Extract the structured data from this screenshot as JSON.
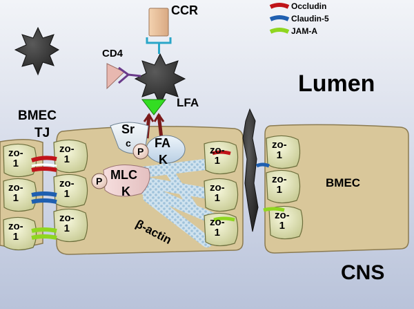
{
  "labels": {
    "ccr": "CCR",
    "cd4": "CD4",
    "lfa": "LFA",
    "lumen": "Lumen",
    "bmec_tj_line1": "BMEC",
    "bmec_tj_line2": "TJ",
    "src_line1": "Sr",
    "src_line2": "c",
    "fak_line1": "FA",
    "fak_line2": "K",
    "mlck_line1": "MLC",
    "mlck_line2": "K",
    "p1": "P",
    "p2": "P",
    "beta_actin": "β-actin",
    "bmec": "BMEC",
    "cns": "CNS"
  },
  "zo": {
    "line1": "zo-",
    "line2": "1"
  },
  "legend": [
    {
      "name": "Occludin",
      "color": "#c0141a"
    },
    {
      "name": "Claudin-5",
      "color": "#1f5fb0"
    },
    {
      "name": "JAM-A",
      "color": "#8fd620"
    }
  ],
  "colors": {
    "background": "#cfd6e6",
    "cell": "#d9c79a",
    "zo": "#e8eac0",
    "lymphocyte": "#3a3a3a",
    "lfa": "#33dd22"
  }
}
